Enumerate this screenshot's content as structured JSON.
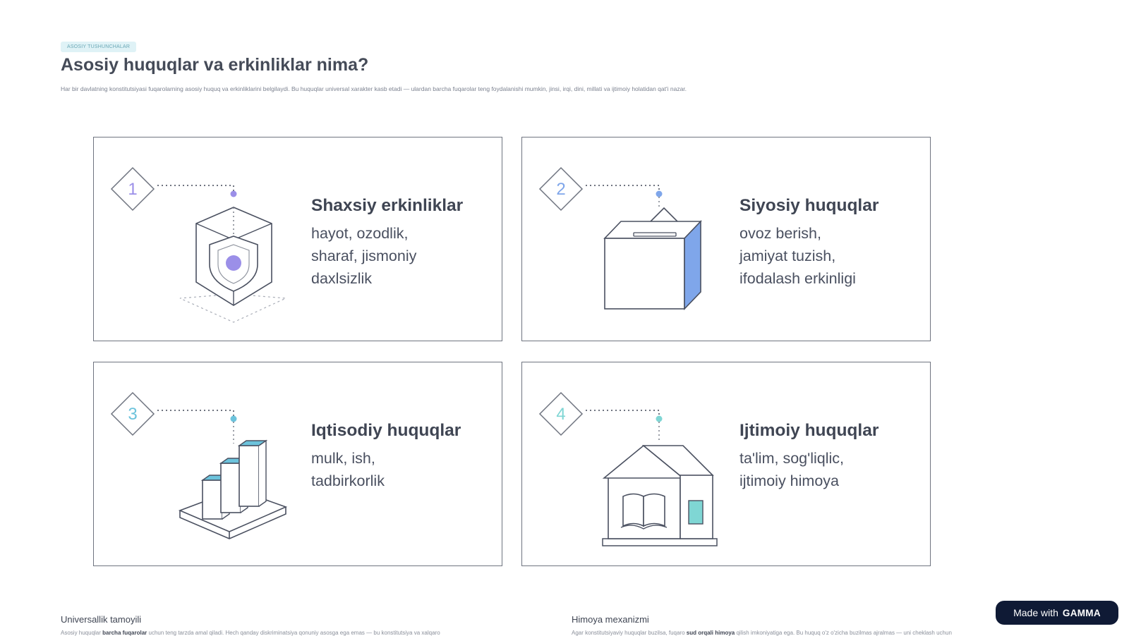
{
  "header": {
    "tag": "Asosiy tushunchalar",
    "title": "Asosiy huquqlar va erkinliklar nima?",
    "subtitle": "Har bir davlatning konstitutsiyasi fuqarolarning asosiy huquq va erkinliklarini belgilaydi. Bu huquqlar universal xarakter kasb etadi — ulardan barcha fuqarolar teng foydalanishi mumkin, jinsi, irqi, dini, millati va ijtimoiy holatidan qat'i nazar."
  },
  "cards": [
    {
      "number": "1",
      "icon": "shield-cube-icon",
      "title": "Shaxsiy erkinliklar",
      "desc": "hayot, ozodlik,\nsharaf, jismoniy\ndaxlsizlik",
      "accent": "#9b8fe8"
    },
    {
      "number": "2",
      "icon": "ballot-box-icon",
      "title": "Siyosiy huquqlar",
      "desc": "ovoz berish,\njamiyat tuzish,\nifodalash erkinligi",
      "accent": "#7fa6ea"
    },
    {
      "number": "3",
      "icon": "bar-chart-icon",
      "title": "Iqtisodiy huquqlar",
      "desc": "mulk, ish,\ntadbirkorlik",
      "accent": "#6cc3dc"
    },
    {
      "number": "4",
      "icon": "house-book-icon",
      "title": "Ijtimoiy huquqlar",
      "desc": "ta'lim, sog'liqlic,\nijtimoiy himoya",
      "accent": "#7fd6d4"
    }
  ],
  "sections": [
    {
      "title": "Universallik tamoyili",
      "text_pre": "Asosiy huquqlar ",
      "text_bold": "barcha fuqarolar",
      "text_post": " uchun teng tarzda amal qiladi. Hech qanday diskriminatsiya qonuniy asosga ega emas — bu konstitutsiya va xalqaro"
    },
    {
      "title": "Himoya mexanizmi",
      "text_pre": "Agar konstitutsiyaviy huquqlar buzilsa, fuqaro ",
      "text_bold": "sud orqali himoya",
      "text_post": " qilish imkoniyatiga ega. Bu huquq o'z o'zicha buzilmas ajralmas — uni cheklash uchun"
    }
  ],
  "badge": {
    "prefix": "Made with",
    "brand": "GAMMA"
  },
  "colors": {
    "border": "#6f7480",
    "text": "#3f4553",
    "badge_bg": "#0f1a35"
  }
}
